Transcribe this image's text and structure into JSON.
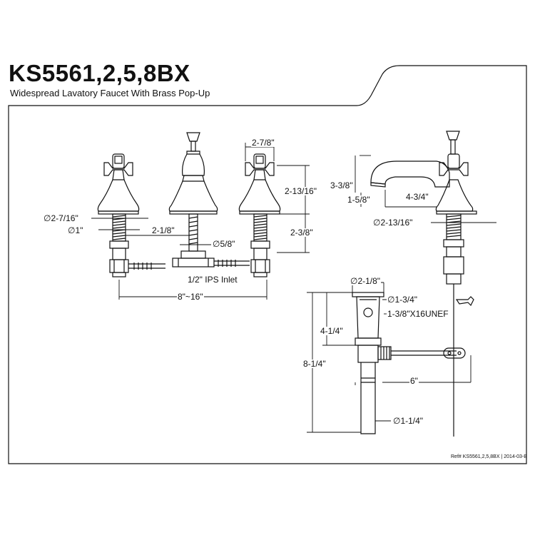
{
  "header": {
    "model": "KS5561,2,5,8BX",
    "description": "Widespread Lavatory Faucet With Brass Pop-Up"
  },
  "footer": {
    "reference": "Ref# KS5561,2,5,8BX | 2014-03-B"
  },
  "dimensions": {
    "handle_flange_dia": "∅2-7/16\"",
    "shank_dia": "∅1\"",
    "spout_valve_spacing": "2-1/8\"",
    "inlet_dia": "∅5/8\"",
    "inlet_label": "1/2\" IPS Inlet",
    "spread": "8\"~16\"",
    "handle_width": "2-7/8\"",
    "handle_height": "2-13/16\"",
    "shank_length": "2-3/8\"",
    "spout_height": "3-3/8\"",
    "spout_clearance": "1-5/8\"",
    "spout_reach": "4-3/4\"",
    "spout_base_dia": "∅2-13/16\"",
    "popup_flange_dia": "∅2-1/8\"",
    "popup_body_dia": "∅1-3/4\"",
    "popup_thread": "1-3/8\"X16UNEF",
    "popup_body_length": "4-1/4\"",
    "popup_total_length": "8-1/4\"",
    "lift_rod_length": "6\"",
    "tailpiece_dia": "∅1-1/4\""
  },
  "colors": {
    "line": "#111111",
    "paper": "#ffffff"
  }
}
